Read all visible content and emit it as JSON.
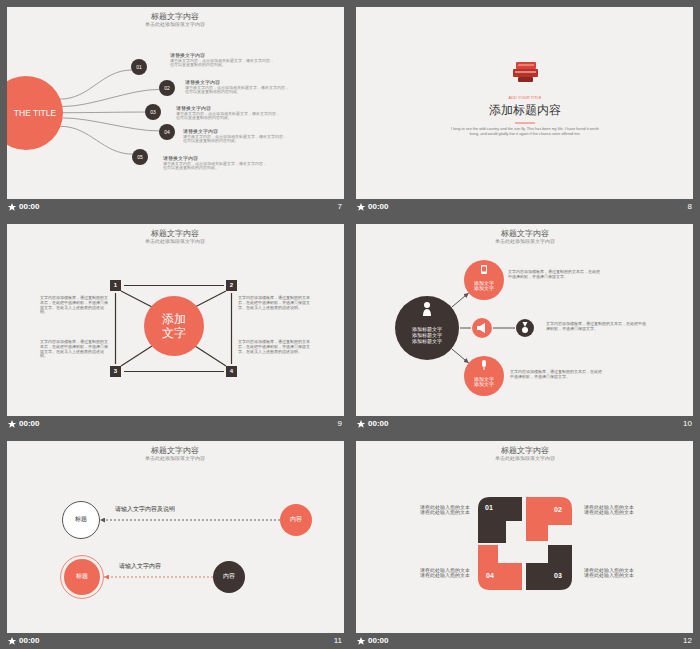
{
  "diagram": {
    "nodes": [
      {
        "text": [
          "THE TITLE"
        ]
      },
      {
        "text": [
          "01"
        ]
      },
      {
        "text": [
          "02"
        ]
      },
      {
        "text": [
          "03"
        ]
      },
      {
        "text": [
          "04"
        ]
      },
      {
        "text": [
          "05"
        ]
      },
      {
        "text": [
          "添加 文字"
        ]
      },
      {
        "text": [
          "1"
        ]
      },
      {
        "text": [
          "2"
        ]
      },
      {
        "text": [
          "3"
        ]
      },
      {
        "text": [
          "4"
        ]
      },
      {
        "text": [
          "添加标题文字 添加标题文字 添加标题文字"
        ]
      },
      {
        "text": [
          "添加文字 添加文字"
        ]
      },
      {
        "text": [
          "添加文字 添加文字"
        ]
      },
      {
        "text": [
          "标题"
        ]
      },
      {
        "text": [
          "内容"
        ]
      },
      {
        "text": [
          "标题"
        ]
      },
      {
        "text": [
          "内容"
        ]
      },
      {
        "text": [
          "01"
        ]
      },
      {
        "text": [
          "02"
        ]
      },
      {
        "text": [
          "04"
        ]
      },
      {
        "text": [
          "03"
        ]
      }
    ],
    "edges": [
      {
        "from": 0,
        "to": 1,
        "arrow": "none"
      },
      {
        "from": 0,
        "to": 2,
        "arrow": "none"
      },
      {
        "from": 0,
        "to": 3,
        "arrow": "none"
      },
      {
        "from": 0,
        "to": 4,
        "arrow": "none"
      },
      {
        "from": 0,
        "to": 5,
        "arrow": "none"
      },
      {
        "from": 11,
        "to": 12,
        "arrow": "to"
      },
      {
        "from": 11,
        "to": 13,
        "arrow": "to"
      },
      {
        "from": 15,
        "to": 14,
        "label": "请输入文字内容及说明",
        "arrow": "to"
      },
      {
        "from": 17,
        "to": 16,
        "label": "请输入文字内容",
        "arrow": "to"
      }
    ],
    "labels": [
      "标题文字内容",
      "单击此处添加段落文字内容",
      "请替换文字内容",
      "请替换文字内容，点击添加相关标题文字，修改文字内容，也可以直接复制你的内容到此。",
      "请替换文字内容",
      "请替换文字内容，点击添加相关标题文字，修改文字内容，也可以直接复制你的内容到此。",
      "请替换文字内容",
      "请替换文字内容，点击添加相关标题文字，修改文字内容，也可以直接复制你的内容到此。",
      "请替换文字内容",
      "请替换文字内容，点击添加相关标题文字，修改文字内容，也可以直接复制你的内容到此。",
      "请替换文字内容",
      "请替换文字内容，点击添加相关标题文字，修改文字内容，也可以直接复制你的内容到此。",
      "ADD YOUR TITLE",
      "添加标题内容",
      "I long to see the wild country and the sun fly. This has been my life. I have found it worth living, and would gladly live it again if the chance were offered me.",
      "标题文字内容",
      "单击此处添加段落文字内容",
      "文字内容添加模板库，通过复制您的文本后，在此框中选择粘贴，并选择只保留文字。在此录入上述图表的描述说明。",
      "文字内容添加模板库，通过复制您的文本后，在此框中选择粘贴，并选择只保留文字。在此录入上述图表的描述说明。",
      "文字内容添加模板库，通过复制您的文本后，在此框中选择粘贴，并选择只保留文字。在此录入上述图表的描述说明。",
      "文字内容添加模板库，通过复制您的文本后，在此框中选择粘贴，并选择只保留文字。在此录入上述图表的描述说明。",
      "标题文字内容",
      "单击此处添加段落文字内容",
      "文字内容添加模板库，通过复制您的文本后，在此框中选择粘贴，并选择只保留文字。",
      "文字内容添加模板库，通过复制您的文本后，在此框中选择粘贴，并选择只保留文字。",
      "文字内容添加模板库，通过复制您的文本后，在此框中选择粘贴，并选择只保留文字。",
      "标题文字内容",
      "单击此处添加段落文字内容",
      "标题文字内容",
      "单击此处添加段落文字内容",
      "请在此处输入您的文本 请在此处输入您的文本",
      "请在此处输入您的文本 请在此处输入您的文本",
      "请在此处输入您的文本 请在此处输入您的文本",
      "请在此处输入您的文本 请在此处输入您的文本",
      "00:00",
      "7",
      "00:00",
      "8",
      "00:00",
      "9",
      "00:00",
      "10",
      "00:00",
      "11",
      "00:00",
      "12"
    ]
  }
}
